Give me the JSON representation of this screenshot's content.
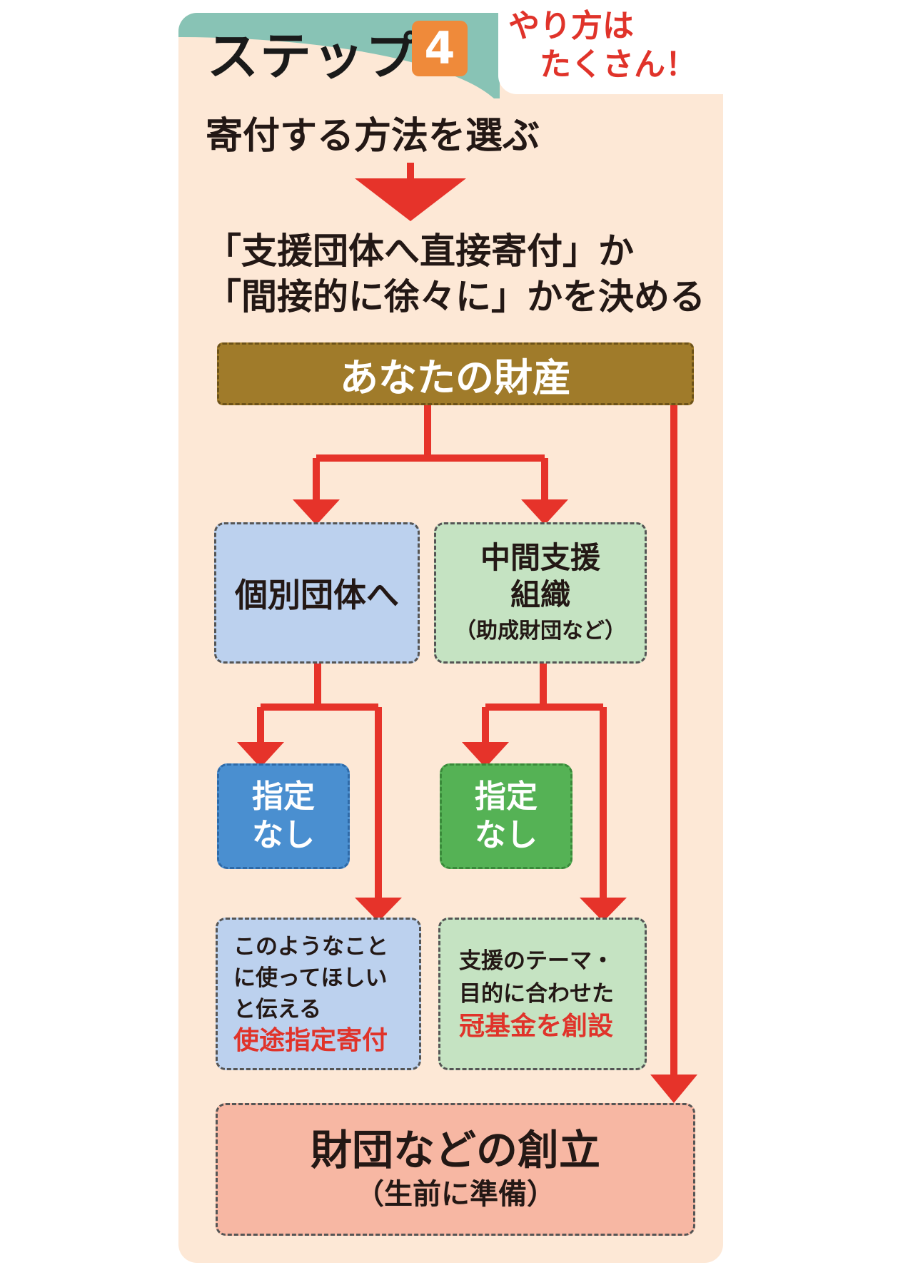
{
  "header": {
    "step_label": "ステップ",
    "step_number": "4",
    "side_note_line1": "やり方は",
    "side_note_line2": "たくさん！"
  },
  "title": "寄付する方法を選ぶ",
  "subtitle": {
    "line1": "「支援団体へ直接寄付」か",
    "line2": "「間接的に徐々に」かを決める"
  },
  "nodes": {
    "asset": "あなたの財産",
    "individual_org": "個別団体へ",
    "intermediary_line1": "中間支援",
    "intermediary_line2": "組織",
    "intermediary_note": "（助成財団など）",
    "unspecified_blue_line1": "指定",
    "unspecified_blue_line2": "なし",
    "unspecified_green_line1": "指定",
    "unspecified_green_line2": "なし",
    "designated_line1": "このようなこと",
    "designated_line2": "に使ってほしい",
    "designated_line3": "と伝える",
    "designated_highlight": "使途指定寄付",
    "named_fund_line1": "支援のテーマ・",
    "named_fund_line2": "目的に合わせた",
    "named_fund_highlight": "冠基金を創設",
    "foundation_title": "財団などの創立",
    "foundation_note": "（生前に準備）"
  },
  "colors": {
    "arrow": "#e6332a",
    "card_bg": "#fde8d6",
    "tab": "#88c3b5",
    "step_badge": "#ef8a3a",
    "asset_box": "#a07b2a",
    "blue_box": "#bcd1ee",
    "green_box": "#c5e3c2",
    "blue_solid": "#4a8fd0",
    "green_solid": "#55b255",
    "foundation_box": "#f7b7a3",
    "highlight_text": "#e0332a"
  }
}
